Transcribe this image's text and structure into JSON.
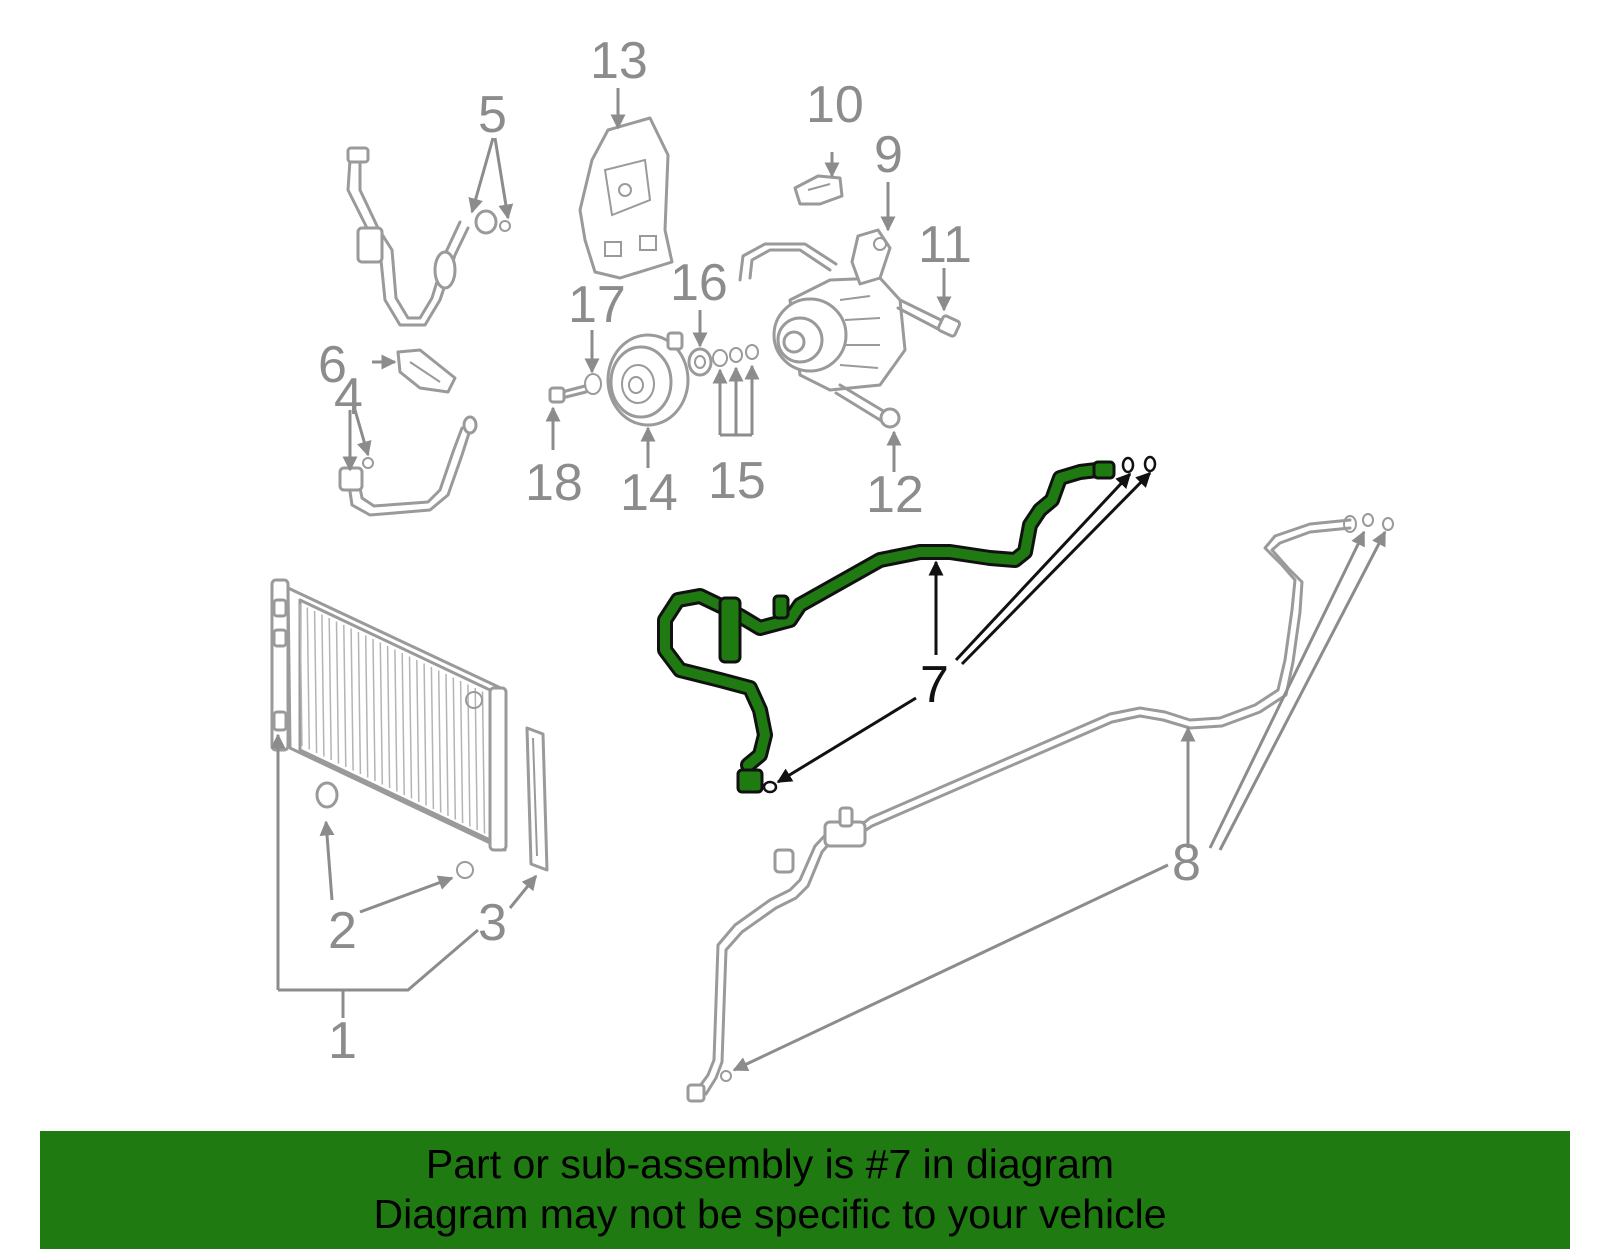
{
  "callouts": {
    "c1": "1",
    "c2": "2",
    "c3": "3",
    "c4": "4",
    "c5": "5",
    "c6": "6",
    "c7": "7",
    "c8": "8",
    "c9": "9",
    "c10": "10",
    "c11": "11",
    "c12": "12",
    "c13": "13",
    "c14": "14",
    "c15": "15",
    "c16": "16",
    "c17": "17",
    "c18": "18"
  },
  "highlight": {
    "part_number": "7",
    "color": "#1f7a12",
    "outline_color": "#111111"
  },
  "banner": {
    "line1": "Part or sub-assembly is #7 in diagram",
    "line2": "Diagram may not be specific to your vehicle",
    "background": "#1f7a12"
  }
}
